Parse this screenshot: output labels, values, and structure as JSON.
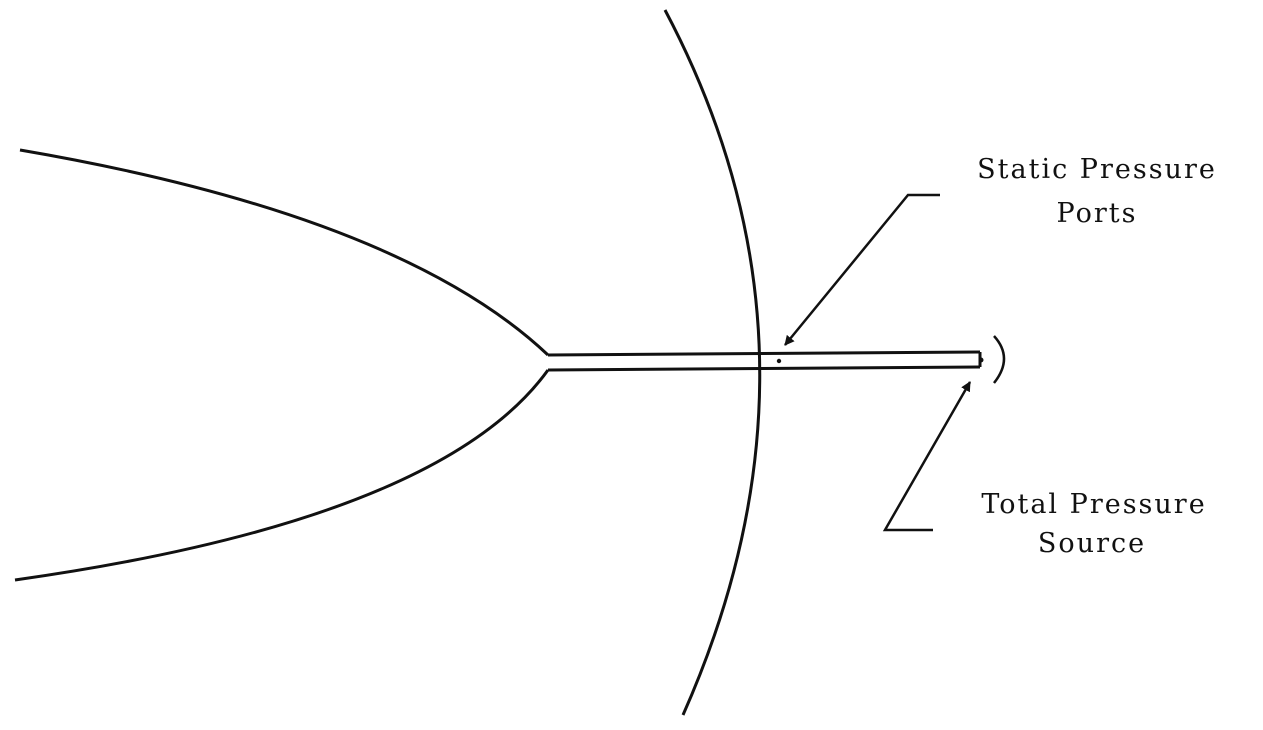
{
  "labels": {
    "static_pressure": {
      "line1": "Static Pressure",
      "line2": "Ports"
    },
    "total_pressure": {
      "line1": "Total Pressure",
      "line2": "Source"
    }
  }
}
